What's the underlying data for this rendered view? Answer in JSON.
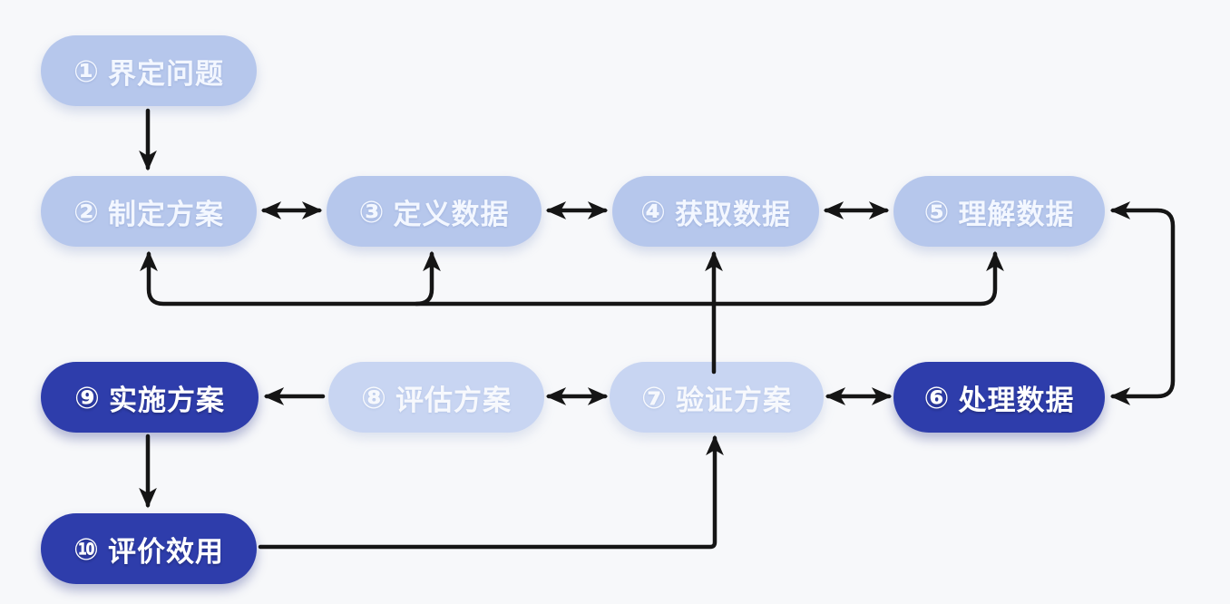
{
  "nodes": [
    {
      "num": "①",
      "label": "界定问题",
      "variant": "light"
    },
    {
      "num": "②",
      "label": "制定方案",
      "variant": "light"
    },
    {
      "num": "③",
      "label": "定义数据",
      "variant": "light"
    },
    {
      "num": "④",
      "label": "获取数据",
      "variant": "light"
    },
    {
      "num": "⑤",
      "label": "理解数据",
      "variant": "light"
    },
    {
      "num": "⑥",
      "label": "处理数据",
      "variant": "dark"
    },
    {
      "num": "⑦",
      "label": "验证方案",
      "variant": "lighter"
    },
    {
      "num": "⑧",
      "label": "评估方案",
      "variant": "lighter"
    },
    {
      "num": "⑨",
      "label": "实施方案",
      "variant": "dark"
    },
    {
      "num": "⑩",
      "label": "评价效用",
      "variant": "dark"
    }
  ],
  "edges": [
    {
      "from": "1",
      "to": "2",
      "style": "single-down"
    },
    {
      "from": "2",
      "to": "3",
      "style": "double"
    },
    {
      "from": "3",
      "to": "4",
      "style": "double"
    },
    {
      "from": "4",
      "to": "5",
      "style": "double"
    },
    {
      "from": "5",
      "to": "6",
      "style": "double-elbow-right-side"
    },
    {
      "from": "7",
      "to": [
        "2",
        "3",
        "4",
        "5"
      ],
      "style": "feedback-branch-up"
    },
    {
      "from": "8",
      "to": "9",
      "style": "single-left"
    },
    {
      "from": "7",
      "to": "8",
      "style": "double"
    },
    {
      "from": "6",
      "to": "7",
      "style": "double"
    },
    {
      "from": "9",
      "to": "10",
      "style": "single-down"
    },
    {
      "from": "10",
      "to": "7",
      "style": "elbow-right-up"
    }
  ],
  "colors": {
    "background": "#f7f8fa",
    "node_light": "#b6c7ec",
    "node_lighter": "#c8d5f2",
    "node_dark": "#2e3dab",
    "node_text": "#ffffff",
    "arrow": "#151515"
  }
}
